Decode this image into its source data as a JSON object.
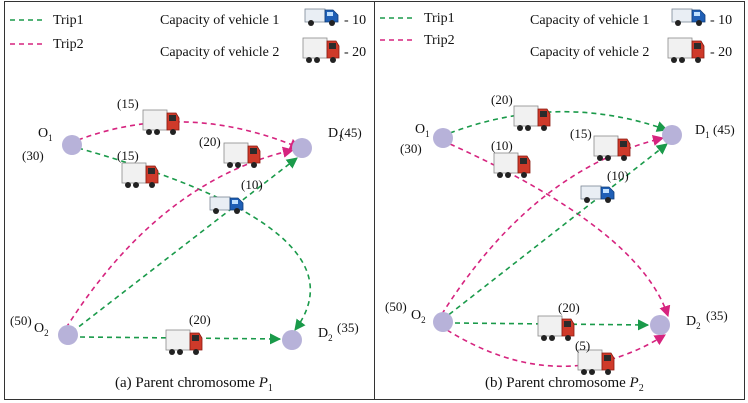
{
  "colors": {
    "trip1": "#1a9a4a",
    "trip2": "#d6247f",
    "node": "#b7b2d9",
    "truck_small_cab": "#1f5fb6",
    "truck_large_cab": "#cf3a2a"
  },
  "legend": {
    "trip1": "Trip1",
    "trip2": "Trip2",
    "vehicle1_label": "Capacity of vehicle 1",
    "vehicle1_capacity": "- 10",
    "vehicle2_label": "Capacity of vehicle 2",
    "vehicle2_capacity": "- 20"
  },
  "panel_a": {
    "caption_prefix": "(a)  Parent chromosome ",
    "caption_symbol": "P",
    "caption_sub": "1",
    "nodes": {
      "o1": {
        "name": "O",
        "sub": "1",
        "value": "(30)"
      },
      "d1": {
        "name": "D",
        "sub": "1",
        "value": "(45)"
      },
      "o2": {
        "name": "O",
        "sub": "2",
        "value": "(50)"
      },
      "d2": {
        "name": "D",
        "sub": "2",
        "value": "(35)"
      }
    },
    "loads": [
      "(15)",
      "(15)",
      "(20)",
      "(10)",
      "(20)"
    ]
  },
  "panel_b": {
    "caption_prefix": "(b)  Parent chromosome ",
    "caption_symbol": "P",
    "caption_sub": "2",
    "nodes": {
      "o1": {
        "name": "O",
        "sub": "1",
        "value": "(30)"
      },
      "d1": {
        "name": "D",
        "sub": "1",
        "value": "(45)"
      },
      "o2": {
        "name": "O",
        "sub": "2",
        "value": "(50)"
      },
      "d2": {
        "name": "D",
        "sub": "2",
        "value": "(35)"
      }
    },
    "loads": [
      "(20)",
      "(10)",
      "(15)",
      "(10)",
      "(20)",
      "(5)"
    ]
  }
}
